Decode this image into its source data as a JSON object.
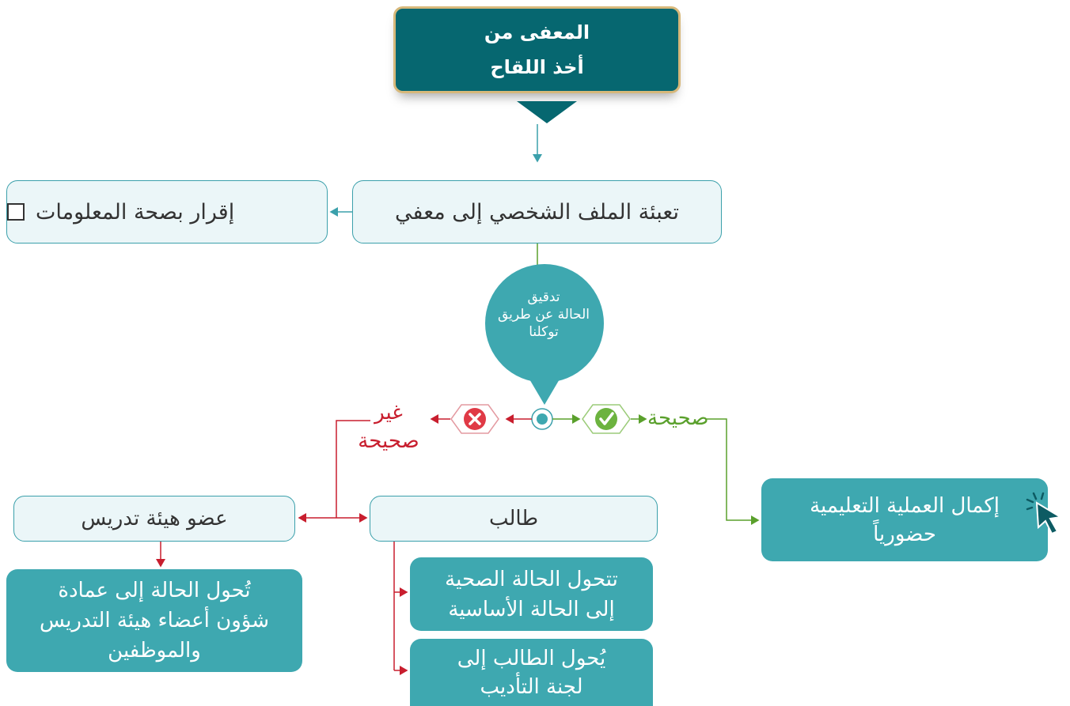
{
  "title": {
    "line1": "المعفى من",
    "line2": "أخذ اللقاح"
  },
  "profile": {
    "label": "تعبئة الملف الشخصي إلى معفي"
  },
  "declaration": {
    "label": "إقرار بصحة المعلومات",
    "icon": "checkbox-icon"
  },
  "verify": {
    "line1": "تدقيق",
    "line2": "الحالة عن طريق",
    "line3": "توكلنا"
  },
  "valid": {
    "label": "صحيحة",
    "icon": "check-icon"
  },
  "invalid": {
    "line1": "غير",
    "line2": "صحيحة",
    "icon": "x-icon"
  },
  "education": {
    "line1": "إكمال العملية التعليمية",
    "line2": "حضورياً",
    "icon": "cursor-click-icon"
  },
  "faculty": {
    "label": "عضو هيئة تدريس"
  },
  "student": {
    "label": "طالب"
  },
  "faculty_result": {
    "line1": "تُحول الحالة إلى عمادة",
    "line2": "شؤون أعضاء هيئة التدريس",
    "line3": "والموظفين"
  },
  "student_result1": {
    "line1": "تتحول الحالة الصحية",
    "line2": "إلى الحالة الأساسية"
  },
  "student_result2": {
    "line1": "يُحول الطالب إلى",
    "line2": "لجنة التأديب"
  },
  "colors": {
    "dark_teal": "#066770",
    "teal": "#3ea8b0",
    "pale": "#ebf6f8",
    "green": "#5aa02c",
    "red": "#c81e2e",
    "gold": "#d7b87a"
  }
}
